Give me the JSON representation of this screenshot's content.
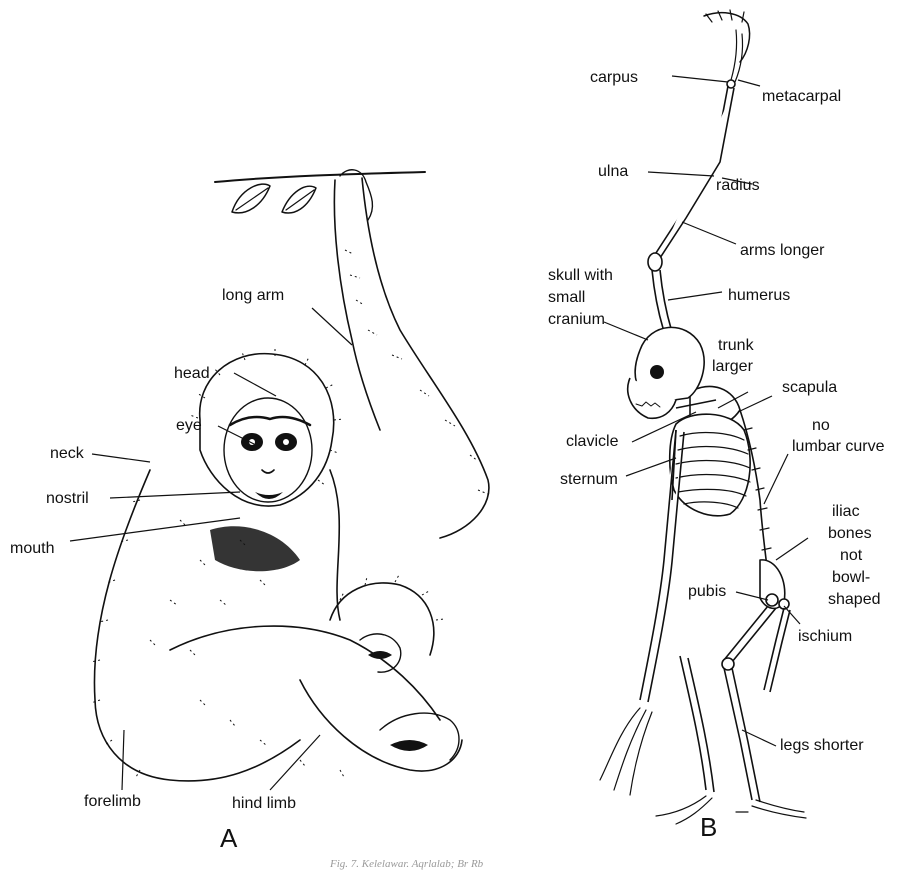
{
  "figure": {
    "panel_a": {
      "letter": "A",
      "labels": {
        "long_arm": "long  arm",
        "head": "head",
        "eye": "eye",
        "neck": "neck",
        "nostril": "nostril",
        "mouth": "mouth",
        "forelimb": "forelimb",
        "hind_limb": "hind limb"
      }
    },
    "panel_b": {
      "letter": "B",
      "labels": {
        "carpus": "carpus",
        "metacarpal": "metacarpal",
        "ulna": "ulna",
        "radius": "radius",
        "arms_longer": "arms  longer",
        "skull_l1": "skull with",
        "skull_l2": "small",
        "skull_l3": "cranium",
        "humerus": "humerus",
        "trunk_l1": "trunk",
        "trunk_l2": "larger",
        "scapula": "scapula",
        "no_l1": "no",
        "no_l2": "lumbar  curve",
        "clavicle": "clavicle",
        "sternum": "sternum",
        "iliac_l1": "iliac",
        "iliac_l2": "bones",
        "iliac_l3": "not",
        "iliac_l4": "bowl-",
        "iliac_l5": "shaped",
        "pubis": "pubis",
        "ischium": "ischium",
        "legs_shorter": "legs  shorter"
      }
    },
    "caption": "Fig. 7. Kelelawar. Aqrlalab; Br Rb"
  }
}
